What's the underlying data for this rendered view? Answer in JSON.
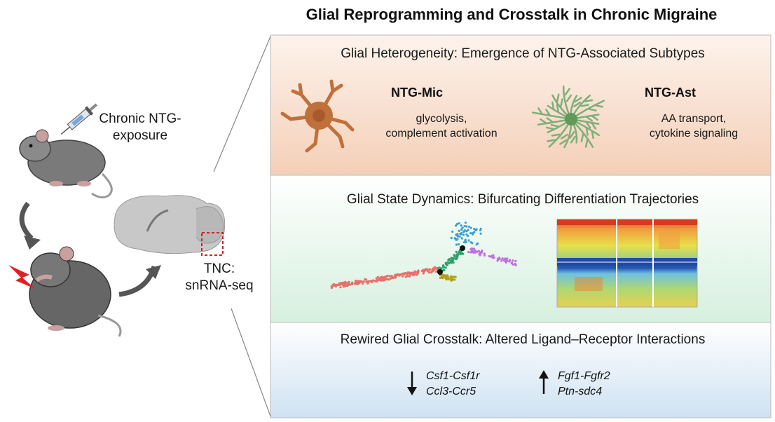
{
  "title": "Glial Reprogramming and Crosstalk in Chronic Migraine",
  "left": {
    "exposure_line1": "Chronic NTG-",
    "exposure_line2": "exposure",
    "tissue_line1": "TNC:",
    "tissue_line2": "snRNA-seq"
  },
  "panel1": {
    "title": "Glial Heterogeneity: Emergence of NTG-Associated Subtypes",
    "mic": {
      "name": "NTG-Mic",
      "line1": "glycolysis,",
      "line2": "complement activation"
    },
    "ast": {
      "name": "NTG-Ast",
      "line1": "AA transport,",
      "line2": "cytokine signaling"
    }
  },
  "panel2": {
    "title": "Glial State Dynamics: Bifurcating Differentiation Trajectories"
  },
  "panel3": {
    "title": "Rewired Glial Crosstalk: Altered Ligand–Receptor Interactions",
    "down": [
      "Csf1-Csf1r",
      "Ccl3-Ccr5"
    ],
    "up": [
      "Fgf1-Fgfr2",
      "Ptn-sdc4"
    ]
  },
  "colors": {
    "panel1_bg": "#f5d9c8",
    "panel2_bg": "#dff2e6",
    "panel3_bg": "#d8e6f2",
    "microglia": "#c0703a",
    "astrocyte": "#7fae7a",
    "trajectory_red": "#e8706a",
    "trajectory_green": "#2aa36b",
    "trajectory_purple": "#c070e0",
    "trajectory_blue": "#3aa0d0"
  },
  "icons": [
    "mouse-icon",
    "syringe-icon",
    "mouse-in-pain-icon",
    "lightning-icon",
    "brain-icon",
    "microglia-icon",
    "astrocyte-icon",
    "trajectory-plot",
    "heatmap-icon",
    "down-arrow-icon",
    "up-arrow-icon"
  ]
}
